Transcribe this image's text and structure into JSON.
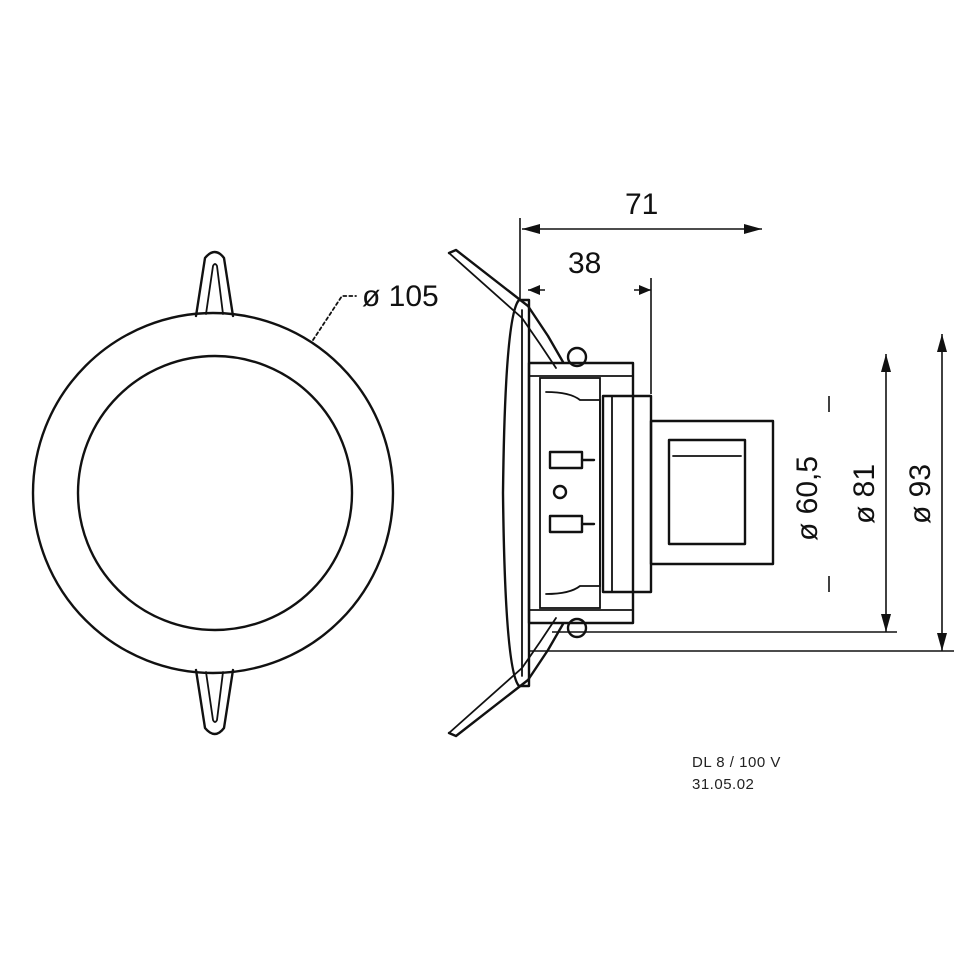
{
  "dimensions": {
    "outer_diameter": "ø 105",
    "depth_total": "71",
    "depth_body": "38",
    "diameter_small": "ø 60,5",
    "diameter_mid": "ø 81",
    "diameter_large": "ø 93"
  },
  "footer": {
    "model": "DL 8 / 100 V",
    "date": "31.05.02"
  }
}
